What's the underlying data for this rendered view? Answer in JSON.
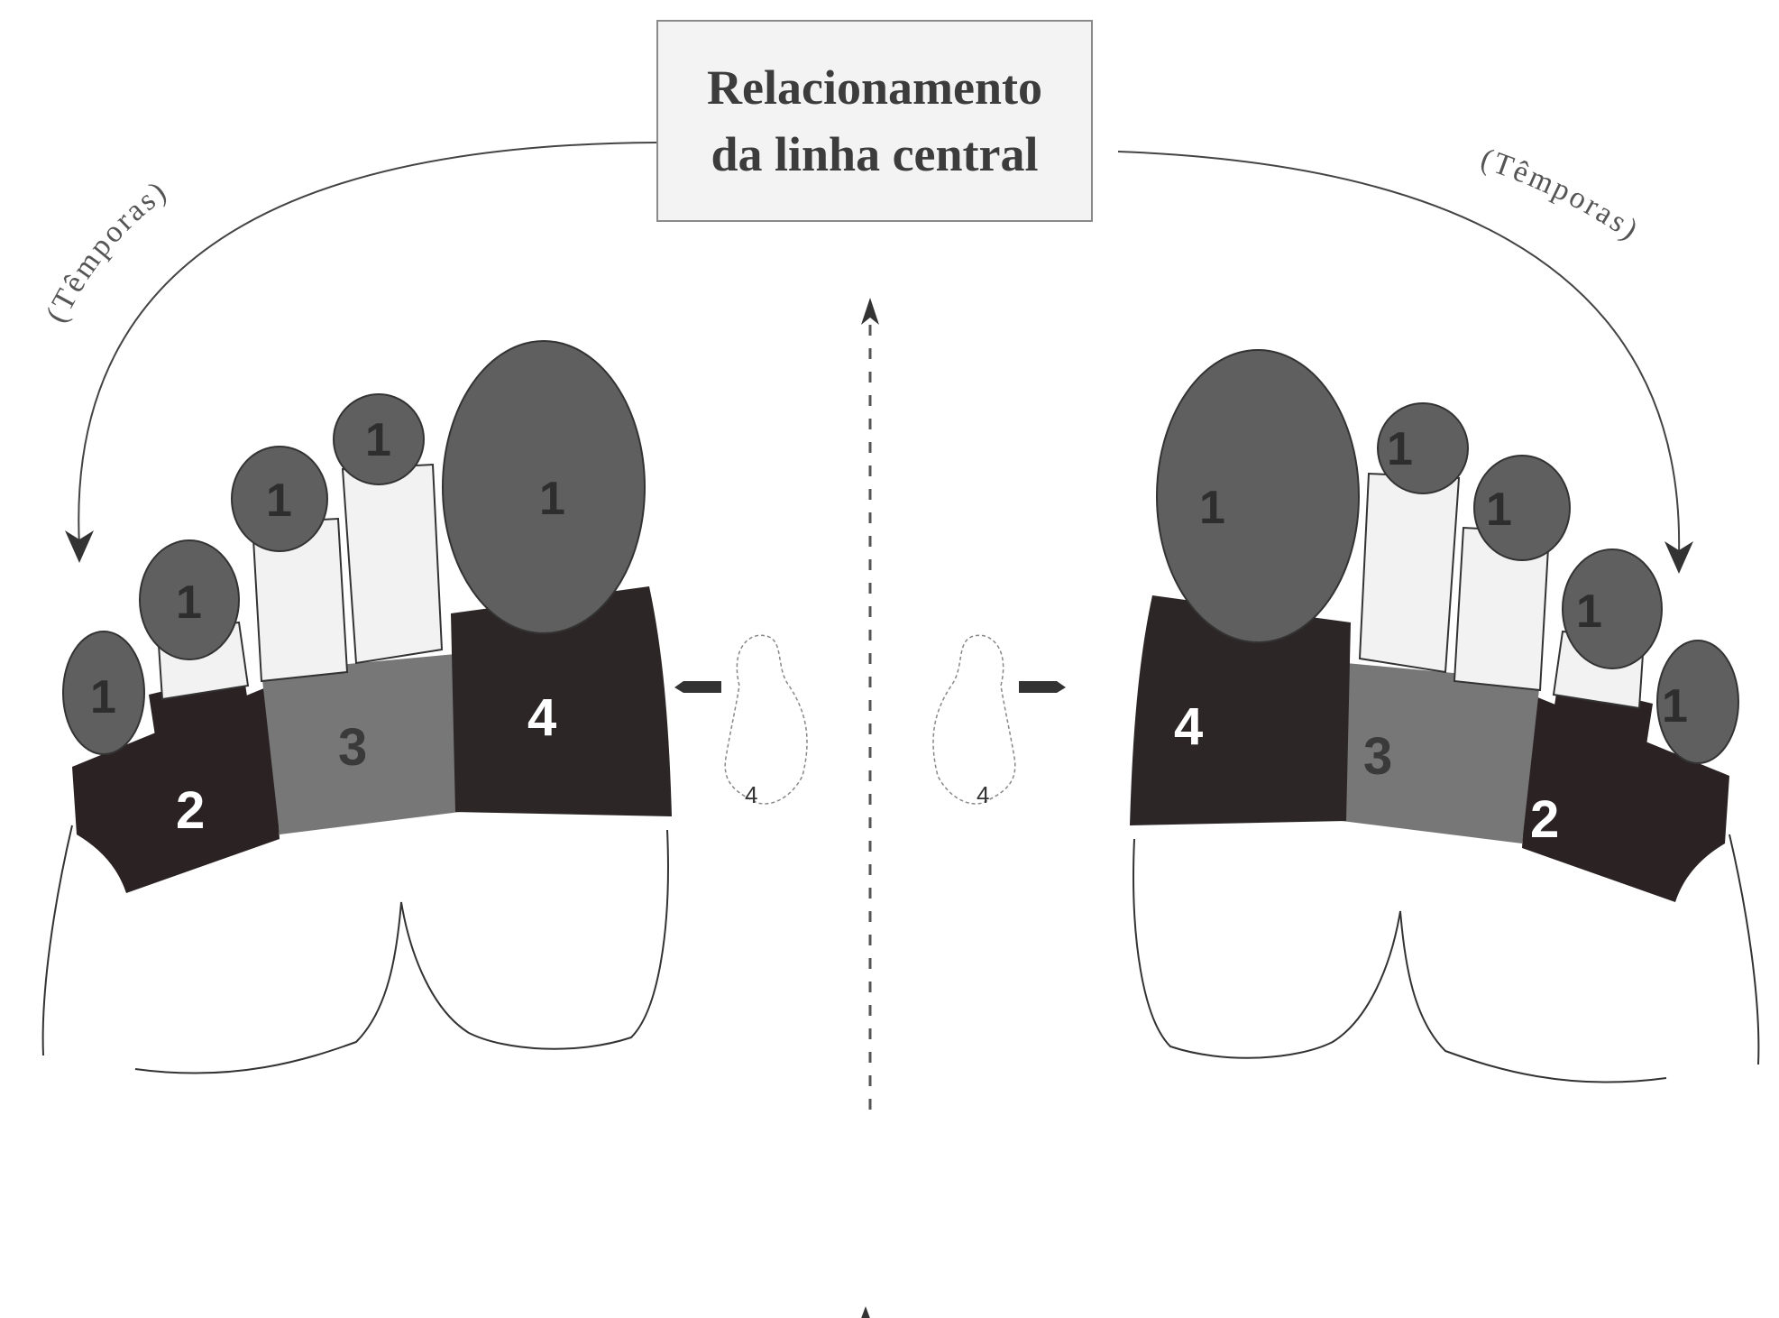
{
  "title": {
    "line1": "Relacionamento",
    "line2": "da linha central"
  },
  "temples_label_left": "(Têmporas)",
  "temples_label_right": "(Têmporas)",
  "zones": {
    "toe_tip": "1",
    "zone2": "2",
    "zone3": "3",
    "zone4": "4",
    "thumb": "4"
  },
  "colors": {
    "zone1": "#5f5f5f",
    "zone2": "#2b2224",
    "zone3": "#777777",
    "zone4": "#2d2627",
    "outline": "#333333"
  }
}
